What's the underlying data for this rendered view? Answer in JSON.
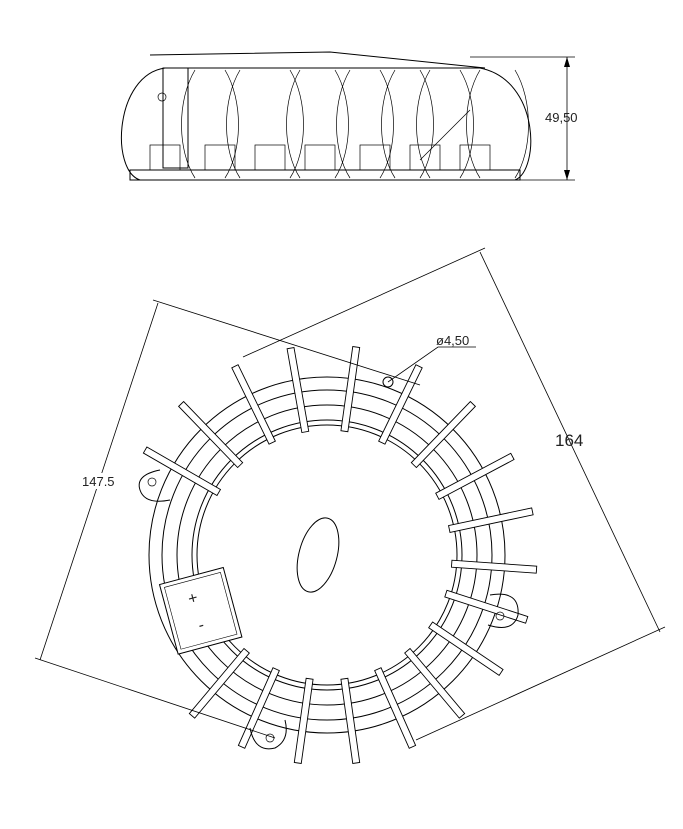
{
  "drawing": {
    "side_view": {
      "height_dimension": "49,50"
    },
    "top_view": {
      "hole_diameter": "ø4,50",
      "overall_width": "164",
      "overall_height": "147.5",
      "battery_plus": "+",
      "battery_minus": "-"
    }
  }
}
